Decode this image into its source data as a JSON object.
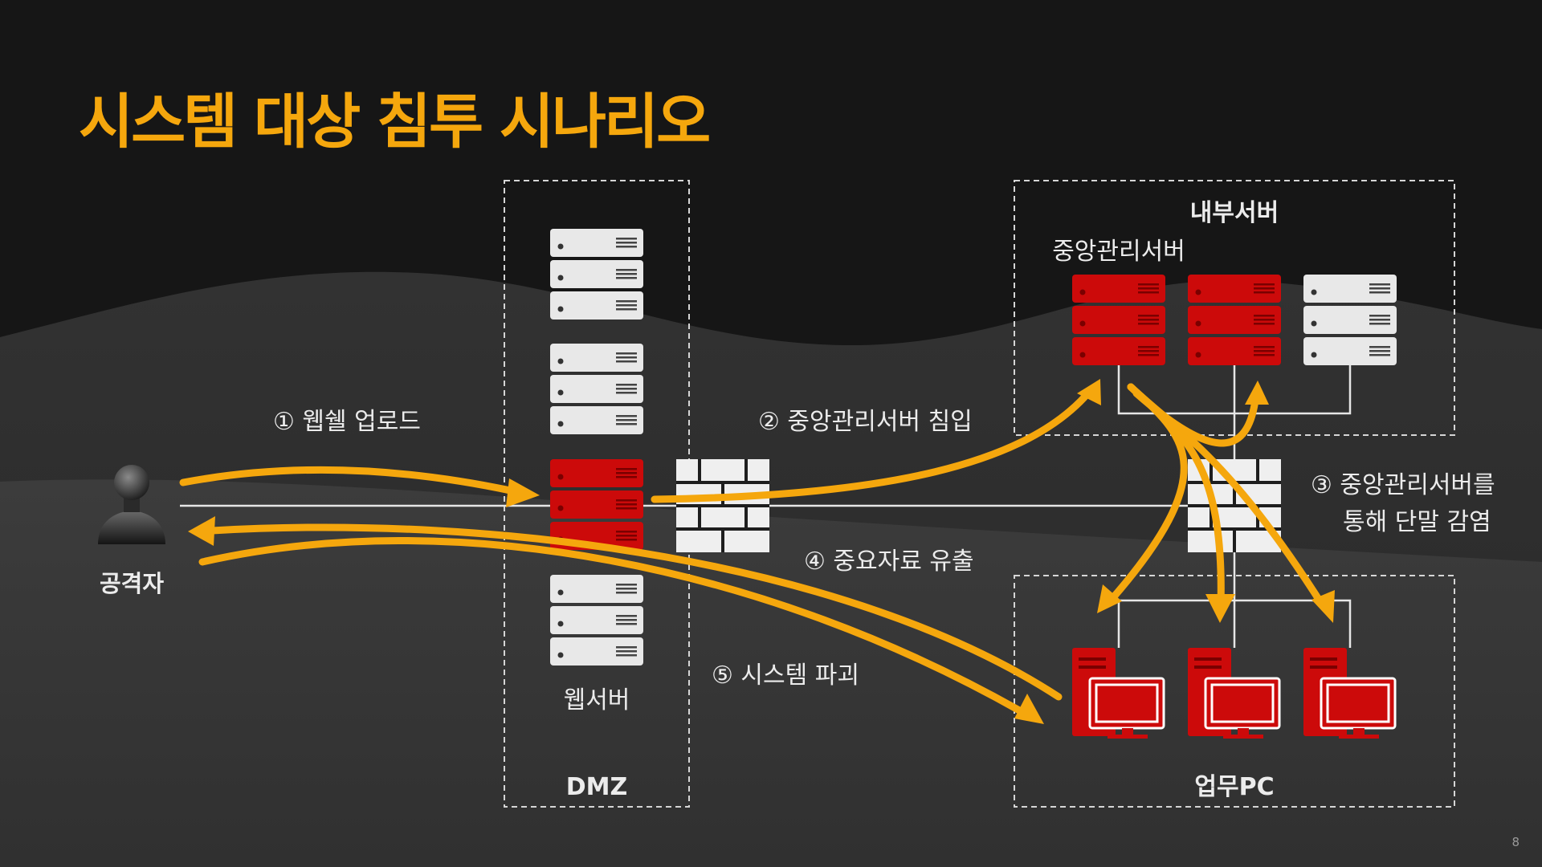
{
  "slide": {
    "title": "시스템 대상 침투 시나리오",
    "page_number": "8"
  },
  "nodes": {
    "attacker_label": "공격자",
    "dmz_label": "DMZ",
    "web_server_label": "웹서버",
    "internal_server_zone_label": "내부서버",
    "central_mgmt_server_label": "중앙관리서버",
    "work_pc_zone_label": "업무PC"
  },
  "steps": [
    "① 웹쉘 업로드",
    "② 중앙관리서버 침입",
    "③ 중앙관리서버를",
    "통해 단말 감염",
    "④ 중요자료 유출",
    "⑤ 시스템 파괴"
  ],
  "colors": {
    "accent": "#f5a70d",
    "compromised": "#cc0a0a",
    "server_light": "#e8e8e8",
    "background": "#161616"
  }
}
